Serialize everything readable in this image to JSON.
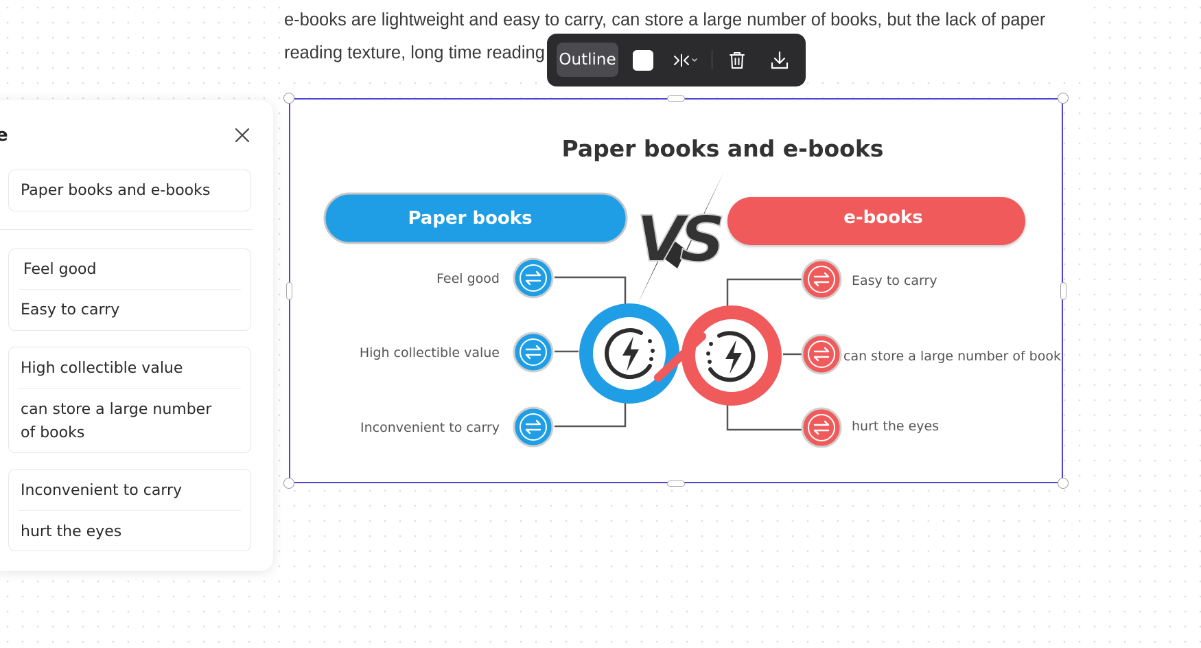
{
  "document": {
    "line1": "e-books are lightweight and easy to carry, can store a large number of books, but the lack of paper",
    "line2": "reading texture, long time reading"
  },
  "panel": {
    "title_fragment": "e",
    "title_input": "Paper books and e-books",
    "cards": [
      {
        "left": "Feel good",
        "right": "Easy to carry"
      },
      {
        "left": "High collectible value",
        "right": "can store a large number of books"
      },
      {
        "left": "Inconvenient to carry",
        "right": "hurt the eyes"
      }
    ]
  },
  "toolbar": {
    "outline_label": "Outline",
    "swatch_color": "#ffffff",
    "icons": [
      "align-icon",
      "chevron-down-icon",
      "trash-icon",
      "download-icon"
    ]
  },
  "infographic": {
    "title": "Paper books and e-books",
    "left_header": "Paper books",
    "right_header": "e-books",
    "vs_label": "VS",
    "left_items": [
      "Feel good",
      "High collectible value",
      "Inconvenient to carry"
    ],
    "right_items": [
      "Easy to carry",
      "can store a large number of books",
      "hurt the eyes"
    ],
    "colors": {
      "left": "#1f9ee6",
      "right": "#f05a5a",
      "selection": "#4e45d6"
    }
  }
}
